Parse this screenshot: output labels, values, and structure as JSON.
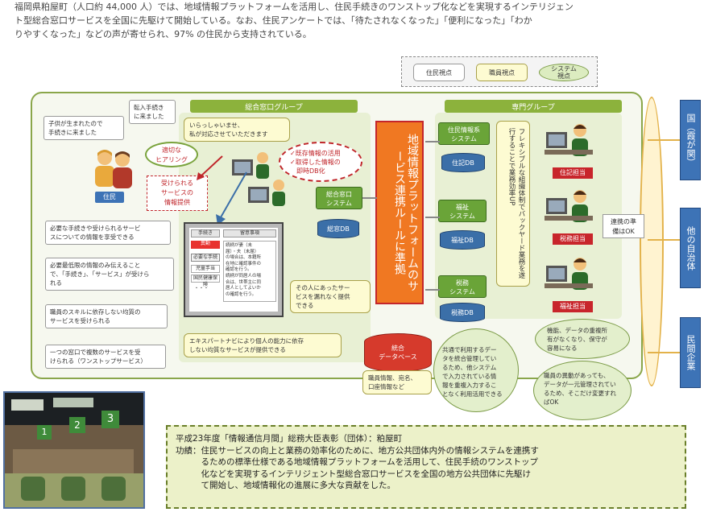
{
  "intro": {
    "line1": "福岡県粕屋町（人口約 44,000 人）では、地域情報プラットフォームを活用し、住民手続きのワンストップ化などを実現するインテリジェン",
    "line2": "ト型総合窓口サービスを全国に先駆けて開始している。なお、住民アンケートでは、「待たされなくなった」「便利になった」「わか",
    "line3": "りやすくなった」などの声が寄せられ、97% の住民から支持されている。"
  },
  "legend": {
    "resident": "住民視点",
    "staff": "職員視点",
    "system_l1": "システム",
    "system_l2": "視点"
  },
  "groups": {
    "general": "総合窓口グループ",
    "specialist": "専門グループ"
  },
  "resident": {
    "bubble_left_l1": "子供が生まれたので",
    "bubble_left_l2": "手続きに来ました",
    "bubble_right_l1": "転入手続き",
    "bubble_right_l2": "に来ました",
    "label": "住民",
    "hearing_l1": "適切な",
    "hearing_l2": "ヒアリング",
    "service_l1": "受けられる",
    "service_l2": "サービスの",
    "service_l3": "情報提供"
  },
  "resident_points": [
    {
      "l1": "必要な手続きや受けられるサービ",
      "l2": "スについての情報を享受できる"
    },
    {
      "l1": "必要最低限の情報のみ伝えること",
      "l2": "で、「手続き」、「サービス」が受けら",
      "l3": "れる"
    },
    {
      "l1": "職員のスキルに依存しない均質の",
      "l2": "サービスを受けられる"
    },
    {
      "l1": "一つの窓口で複数のサービスを受",
      "l2": "けられる（ワンストップサービス）"
    }
  ],
  "staff": {
    "greeting_l1": "いらっしゃいませ、",
    "greeting_l2": "私が対応させていただきます",
    "reuse_l1": "✓既存情報の活用",
    "reuse_l2": "✓取得した情報の",
    "reuse_l3": "即時DB化",
    "suitable_l1": "その人にあったサー",
    "suitable_l2": "ビスを漏れなく提供",
    "suitable_l3": "できる",
    "expert_l1": "エキスパートナビにより個人の能力に依存",
    "expert_l2": "しない均質なサービスが提供できる"
  },
  "screen": {
    "col1": "手続き",
    "col2": "留意事項",
    "item_red": "異動",
    "needed": "必要な手続",
    "item1": "児童手当",
    "item2": "国民健康保険",
    "dots": "・・・",
    "note_l1": "続柄が妻（未",
    "note_l2": "届）・夫（未届）",
    "note_l3": "の場合は、本籍所",
    "note_l4": "在地に確認事件の",
    "note_l5": "確認を行う。",
    "note_l6": "続柄が同居人の場",
    "note_l7": "合は、世帯主に同",
    "note_l8": "居人としてよいか",
    "note_l9": "の確認を行う。"
  },
  "pillar_text": "地域情報プラットフォームのサービス連携ルールに準拠",
  "systems": {
    "general_sys_l1": "総合窓口",
    "general_sys_l2": "システム",
    "general_db": "総窓DB",
    "juki_sys_l1": "住民情報系",
    "juki_sys_l2": "システム",
    "juki_db": "住記DB",
    "fukushi_sys_l1": "福祉",
    "fukushi_sys_l2": "システム",
    "fukushi_db": "福祉DB",
    "zeimu_sys_l1": "税務",
    "zeimu_sys_l2": "システム",
    "zeimu_db": "税務DB",
    "integrated_l1": "統合",
    "integrated_l2": "データベース",
    "integrated_info_l1": "職員情報、宛名、",
    "integrated_info_l2": "口座情報など",
    "shared_l1": "共通で利用するデー",
    "shared_l2": "タを統合管理してい",
    "shared_l3": "るため、他システム",
    "shared_l4": "で入力されている情",
    "shared_l5": "報を重複入力するこ",
    "shared_l6": "となく利用活用できる"
  },
  "backyard_text": "フレキシブルな組織体制でバックヤード業務を遂行することで業務効率UP",
  "officers": {
    "juki": "住記担当",
    "zeimu": "税務担当",
    "fukushi": "福祉担当"
  },
  "coordination": {
    "l1": "連携の準",
    "l2": "備はOK"
  },
  "system_points": {
    "a_l1": "機能、データの重複所",
    "a_l2": "有がなくなり、保守が",
    "a_l3": "容易になる",
    "b_l1": "職員の異動があっても、",
    "b_l2": "データが一元管理されてい",
    "b_l3": "るため、そこだけ変更すれ",
    "b_l4": "ばOK"
  },
  "gov": {
    "national": "国（霞が関）",
    "local": "他の自治体",
    "private": "民間企業"
  },
  "award": {
    "title": "平成23年度「情報通信月間」総務大臣表彰（団体）：粕屋町",
    "l1": "功績：住民サービスの向上と業務の効率化のために、地方公共団体内外の情報システムを連携す",
    "l2": "　　　るための標準仕様である地域情報プラットフォームを活用して、住民手続のワンストップ",
    "l3": "　　　化などを実現するインテリジェント型総合窓口サービスを全国の地方公共団体に先駆け",
    "l4": "　　　て開始し、地域情報化の進展に多大な貢献をした。"
  },
  "colors": {
    "pillar": "#f07822",
    "group_header": "#8cb23c",
    "system": "#6aa438",
    "db": "#3b6fa8",
    "gov": "#3d73b6",
    "award_bg": "#ecf1c9"
  },
  "photo_numbers": [
    "1",
    "2",
    "3"
  ]
}
